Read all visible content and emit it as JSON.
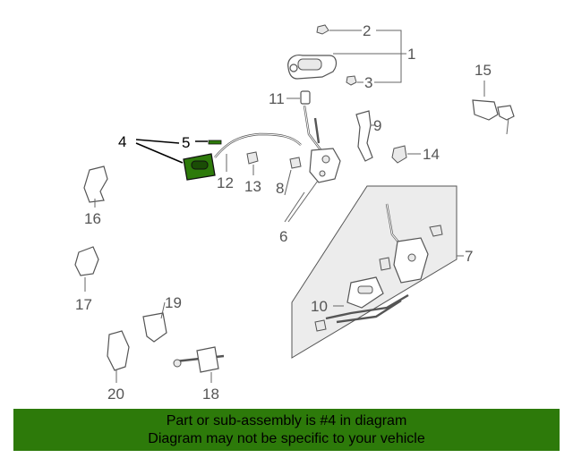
{
  "diagram": {
    "callouts": [
      "1",
      "2",
      "3",
      "4",
      "5",
      "6",
      "7",
      "8",
      "9",
      "10",
      "11",
      "12",
      "13",
      "14",
      "15",
      "16",
      "17",
      "18",
      "19",
      "20"
    ],
    "highlight_color": "#2d7a0a"
  },
  "banner": {
    "line1": "Part or sub-assembly is #4 in diagram",
    "line2": "Diagram may not be specific to your vehicle",
    "bg_color": "#2d7a0a"
  }
}
